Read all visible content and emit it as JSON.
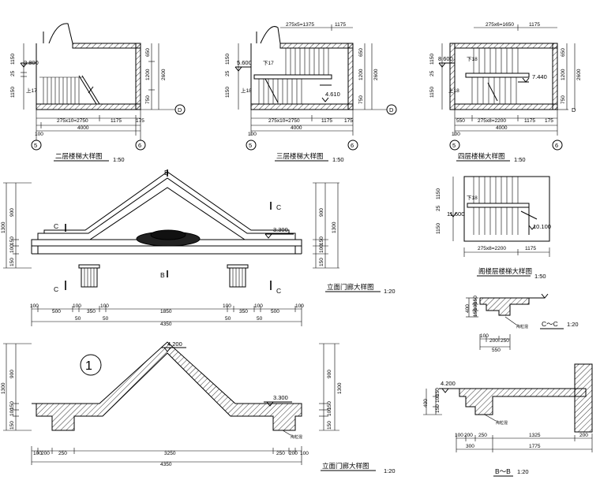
{
  "titles": {
    "floor2": "二层楼梯大样图",
    "floor3": "三层楼梯大样图",
    "floor4": "四层楼梯大样图",
    "attic": "阁楼层楼梯大样图",
    "porch_elev": "立面门廊大样图",
    "porch_sect": "立面门廊大样图",
    "cc": "C～C",
    "bb": "B～B"
  },
  "scales": {
    "s50": "1:50",
    "s20": "1:20"
  },
  "axes": {
    "d": "D",
    "five": "5",
    "six": "6"
  },
  "floor2": {
    "run": "275x10=2750",
    "land": "1175",
    "total": "4000",
    "d100": "100",
    "d175": "175",
    "v1150a": "1150",
    "v25": "25",
    "v1150b": "1150",
    "r650": "650",
    "r1200": "1200",
    "r750": "750",
    "r2600": "2600",
    "elev": "2.800",
    "step": "上17"
  },
  "floor3": {
    "top": "275x5=1375",
    "top2": "1175",
    "run": "275x10=2750",
    "land": "1175",
    "total": "4000",
    "d100": "100",
    "d175": "175",
    "v1150a": "1150",
    "v25": "25",
    "v1150b": "1150",
    "r650": "650",
    "r1200": "1200",
    "r750": "750",
    "r2600": "2600",
    "elev": "5.600",
    "elev2": "4.610",
    "down": "下17",
    "up": "上18"
  },
  "floor4": {
    "top": "275x6=1650",
    "top2": "1175",
    "run": "275x8=2200",
    "land": "1175",
    "d550": "550",
    "total": "4000",
    "d100": "100",
    "d175": "175",
    "v1150a": "1150",
    "v25": "25",
    "v1150b": "1150",
    "r650": "650",
    "r1200": "1200",
    "r750": "750",
    "r2600": "2600",
    "elev": "8.600",
    "elev2": "7.440",
    "down": "下18",
    "up": "上18"
  },
  "attic": {
    "run": "275x8=2200",
    "land": "1175",
    "v1150a": "1150",
    "v25": "25",
    "v1150b": "1150",
    "elev": "11.600",
    "elev2": "10.100",
    "down": "下18"
  },
  "porch_elev": {
    "left900": "900",
    "left1300": "1300",
    "left150": "150",
    "left100": "100",
    "left150b": "150",
    "right900": "900",
    "right1300": "1300",
    "right150": "150",
    "right100": "100",
    "right150b": "150",
    "elev": "3.300",
    "b": "B",
    "c": "C",
    "dims": [
      "100",
      "500",
      "100",
      "350",
      "100",
      "1850",
      "100",
      "350",
      "100",
      "500",
      "100"
    ],
    "sub50a": "50",
    "sub50b": "50",
    "sub50c": "50",
    "sub50d": "50",
    "total": "4350"
  },
  "porch_sect": {
    "circle": "1",
    "top": "4.200",
    "elev": "3.300",
    "left900": "900",
    "left1300": "1300",
    "left150": "150",
    "left100": "100",
    "left150b": "150",
    "right900": "900",
    "right1300": "1300",
    "right150": "150",
    "right100": "100",
    "right150b": "150",
    "dims": [
      "100",
      "200",
      "250",
      "3250",
      "250",
      "200",
      "100"
    ],
    "total": "4350",
    "note": "陶粒混"
  },
  "cc": {
    "h400": "400",
    "h150": "150",
    "h100": "100",
    "h150b": "150",
    "dims": [
      "100",
      "200",
      "250"
    ],
    "total": "550",
    "note": "陶粒混"
  },
  "bb": {
    "elev": "4.200",
    "h400": "400",
    "h150": "150",
    "h100": "100",
    "h150b": "150",
    "dims": [
      "100",
      "200",
      "250",
      "1325",
      "200"
    ],
    "d300": "300",
    "total": "1775",
    "note": "陶粒混"
  }
}
